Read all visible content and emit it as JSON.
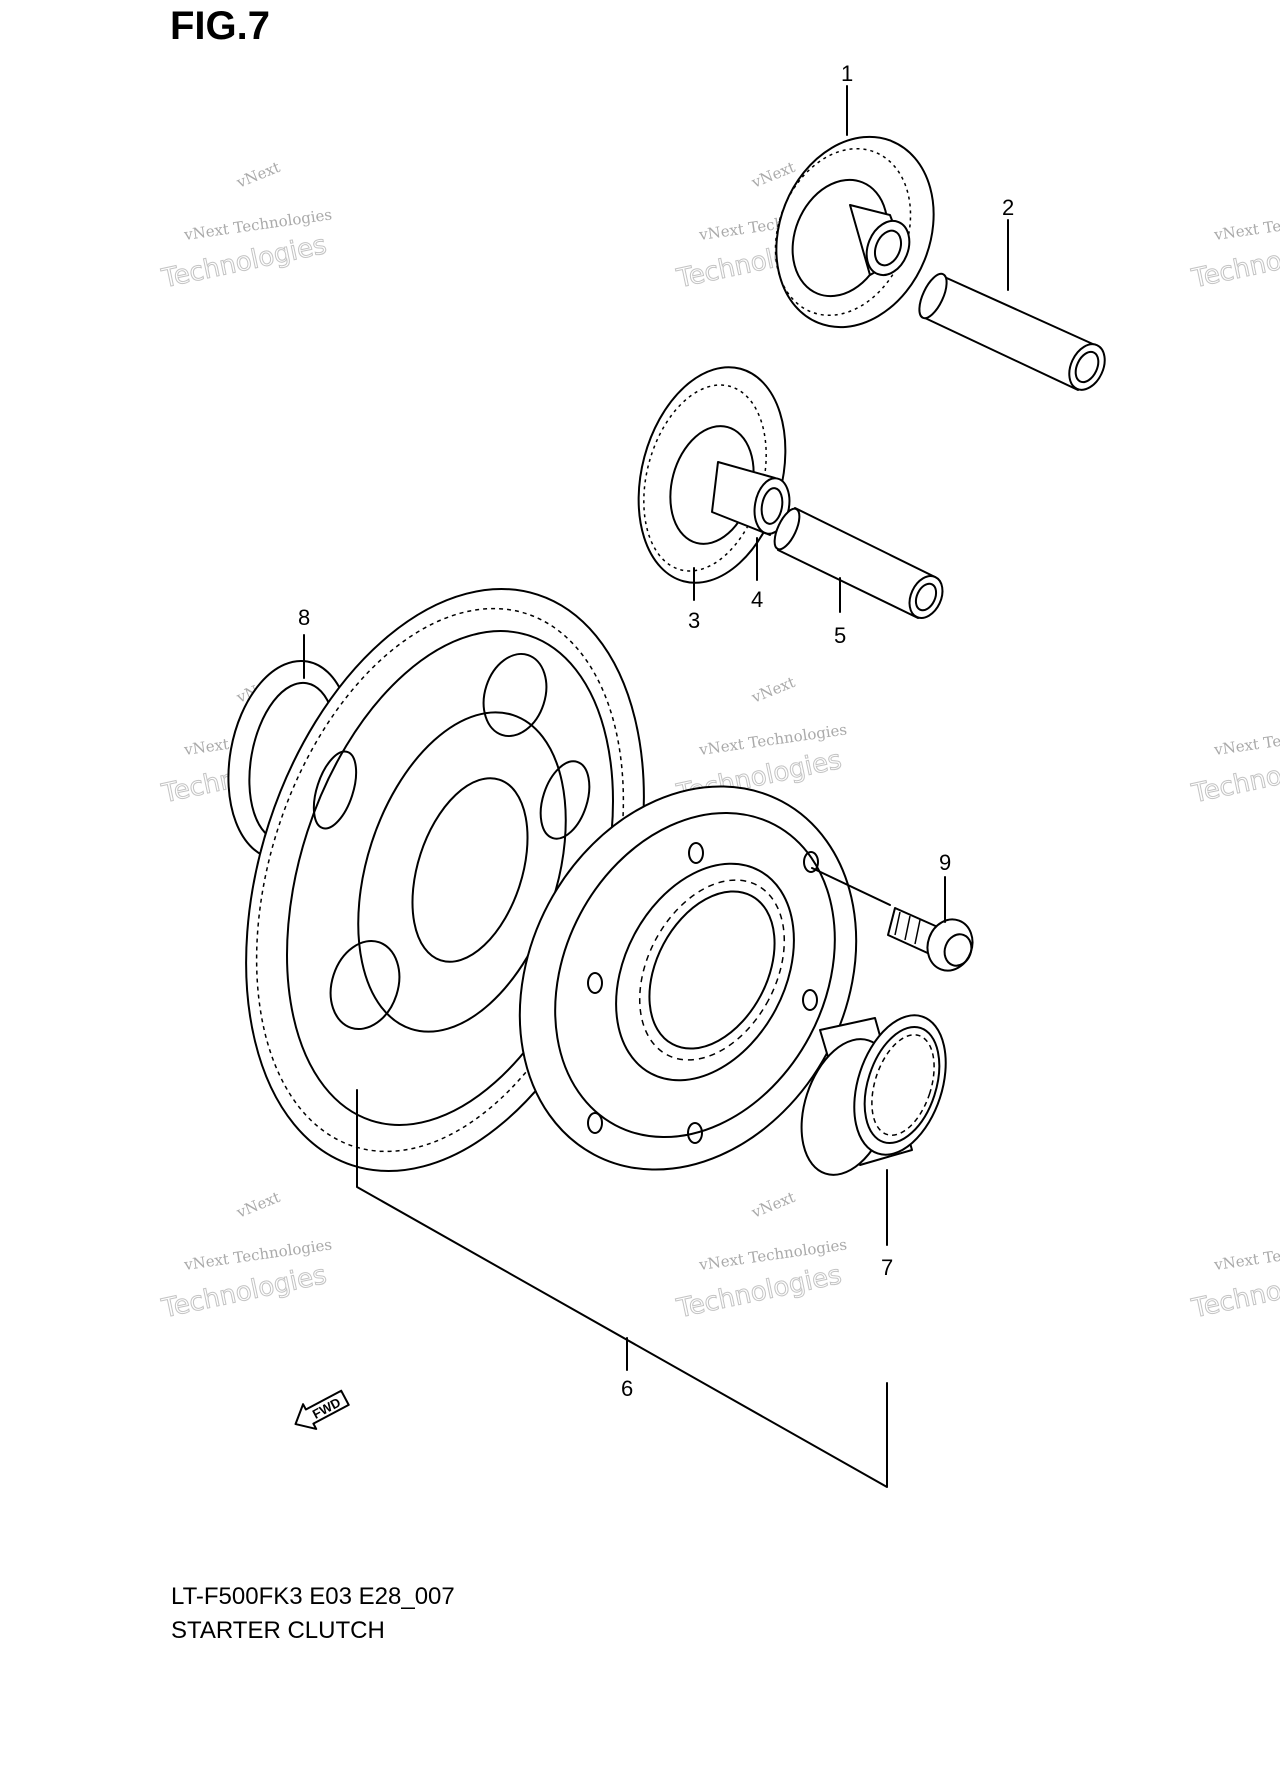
{
  "figure": {
    "title": "FIG.7",
    "drawing_code": "LT-F500FK3 E03 E28_007",
    "drawing_name": "STARTER CLUTCH"
  },
  "callouts": [
    "1",
    "2",
    "3",
    "4",
    "5",
    "6",
    "7",
    "8",
    "9"
  ],
  "direction_marker": {
    "label": "FWD",
    "icon": "forward-arrow-icon"
  },
  "watermark": {
    "line1": "vNext Technologies",
    "line2": "vNext",
    "line3": "Technologies"
  },
  "colors": {
    "line": "#000000",
    "background": "#ffffff",
    "watermark": "#b0b0b0"
  }
}
